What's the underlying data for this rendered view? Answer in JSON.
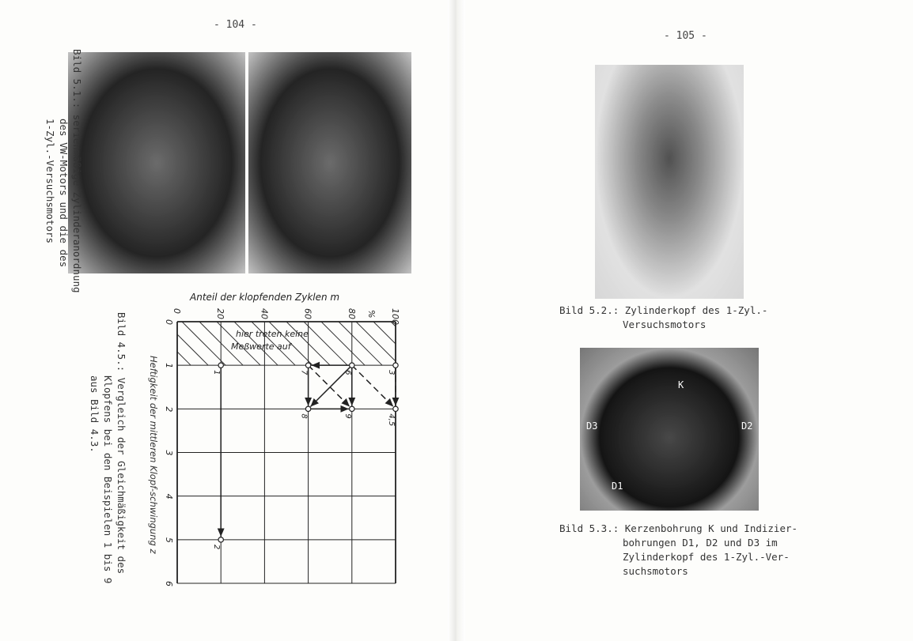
{
  "left_page": {
    "page_number": "- 104 -",
    "figure_5_1": {
      "caption_lines": [
        "Bild 5.1.: serienmäßige Zylinderanordnung",
        "des VW-Motors und die des",
        "1-Zyl.-Versuchsmotors"
      ]
    },
    "figure_4_5": {
      "caption_lines": [
        "Bild 4.5.: Vergleich der Gleichmäßigkeit des",
        "Klopfens bei den Beispielen 1 bis 9",
        "aus Bild 4.3."
      ]
    }
  },
  "right_page": {
    "page_number": "- 105 -",
    "figure_5_2": {
      "caption_lines": [
        "Bild 5.2.: Zylinderkopf des 1-Zyl.-",
        "Versuchsmotors"
      ]
    },
    "figure_5_3": {
      "photo_labels": [
        "K",
        "D2",
        "D1",
        "D3"
      ],
      "caption_lines": [
        "Bild 5.3.: Kerzenbohrung K und Indizier-",
        "bohrungen D1, D2 und D3 im",
        "Zylinderkopf des 1-Zyl.-Ver-",
        "suchsmotors"
      ]
    }
  },
  "chart_data": {
    "type": "scatter",
    "title": "",
    "xlabel": "Anteil der klopfenden Zyklen m",
    "xunit": "%",
    "ylabel": "Heftigkeit der mittleren Klopf-schwingung z",
    "xlim": [
      0,
      100
    ],
    "ylim": [
      0,
      6
    ],
    "xticks": [
      "0",
      "20",
      "40",
      "60",
      "80",
      "100"
    ],
    "yticks": [
      "0",
      "1",
      "2",
      "3",
      "4",
      "5",
      "6"
    ],
    "grid": true,
    "hatched_region_label": [
      "hier treten keine",
      "Meßwerte auf"
    ],
    "hatched_region_z": [
      0,
      1
    ],
    "points": [
      {
        "label": "1",
        "m": 20,
        "z": 1
      },
      {
        "label": "2",
        "m": 20,
        "z": 5
      },
      {
        "label": "3",
        "m": 100,
        "z": 1
      },
      {
        "label": "4,5",
        "m": 100,
        "z": 2
      },
      {
        "label": "6",
        "m": 80,
        "z": 1
      },
      {
        "label": "7",
        "m": 60,
        "z": 1
      },
      {
        "label": "8",
        "m": 60,
        "z": 2
      },
      {
        "label": "9",
        "m": 80,
        "z": 2
      }
    ],
    "arrows": [
      {
        "from": "1",
        "to": "2",
        "style": "solid"
      },
      {
        "from": "6",
        "to": "7",
        "style": "solid"
      },
      {
        "from": "7",
        "to": "8",
        "style": "solid"
      },
      {
        "from": "6",
        "to": "8",
        "style": "solid"
      },
      {
        "from": "8",
        "to": "9",
        "style": "solid"
      },
      {
        "from": "6",
        "to": "9",
        "style": "solid"
      },
      {
        "from": "7",
        "to": "9",
        "style": "dashed"
      },
      {
        "from": "6",
        "to": "4,5",
        "style": "dashed"
      },
      {
        "from": "3",
        "to": "4,5",
        "style": "dashed"
      }
    ]
  }
}
